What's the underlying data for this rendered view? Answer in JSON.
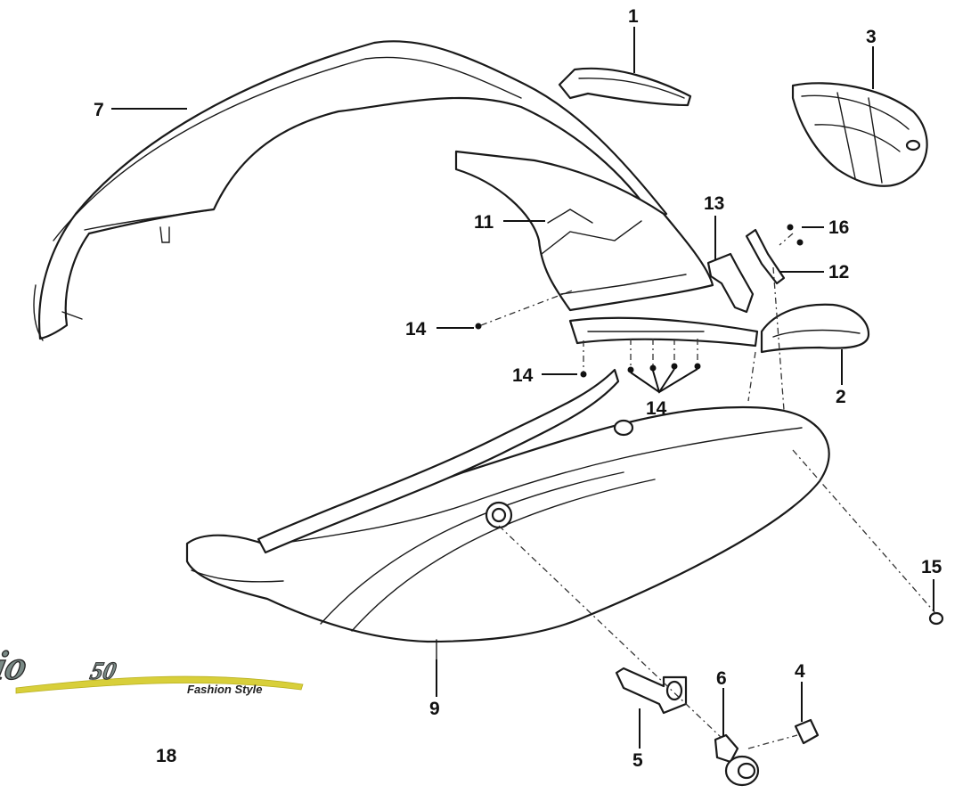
{
  "diagram": {
    "callouts": [
      {
        "id": "1",
        "label": "1"
      },
      {
        "id": "2",
        "label": "2"
      },
      {
        "id": "3",
        "label": "3"
      },
      {
        "id": "4",
        "label": "4"
      },
      {
        "id": "5",
        "label": "5"
      },
      {
        "id": "6",
        "label": "6"
      },
      {
        "id": "7",
        "label": "7"
      },
      {
        "id": "9",
        "label": "9"
      },
      {
        "id": "11",
        "label": "11"
      },
      {
        "id": "12",
        "label": "12"
      },
      {
        "id": "13",
        "label": "13"
      },
      {
        "id": "14a",
        "label": "14"
      },
      {
        "id": "14b",
        "label": "14"
      },
      {
        "id": "14c",
        "label": "14"
      },
      {
        "id": "15",
        "label": "15"
      },
      {
        "id": "16",
        "label": "16"
      },
      {
        "id": "18",
        "label": "18"
      }
    ],
    "logo": {
      "main": "Mio",
      "number": "50",
      "tagline": "Fashion Style",
      "colors": {
        "fill": "#7a8a86",
        "stripe": "#d8cf3a"
      }
    }
  }
}
